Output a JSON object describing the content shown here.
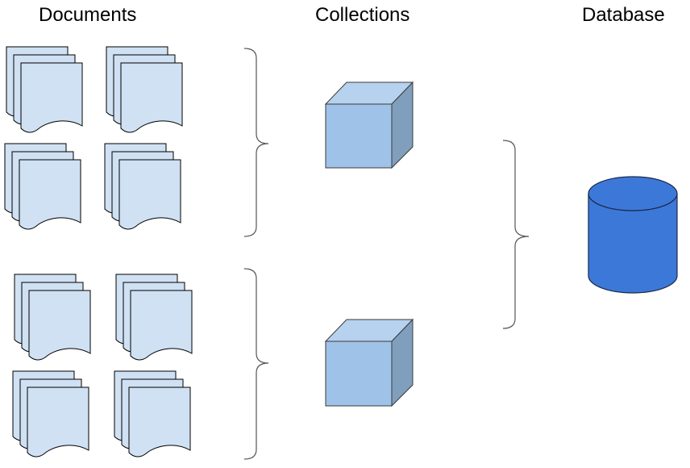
{
  "headings": {
    "documents": "Documents",
    "collections": "Collections",
    "database": "Database"
  },
  "groups": [
    {
      "document_stacks": 4,
      "collection": "cube"
    },
    {
      "document_stacks": 4,
      "collection": "cube"
    }
  ],
  "colors": {
    "document_fill": "#cfe1f3",
    "cube_front": "#9fc2e8",
    "cube_top": "#b6d2ef",
    "cube_side": "#7f9fbd",
    "database_fill": "#3c78d8",
    "brace": "#555555"
  },
  "icons": [
    "document-stack-icon",
    "collection-cube-icon",
    "database-cylinder-icon",
    "brace-icon"
  ]
}
